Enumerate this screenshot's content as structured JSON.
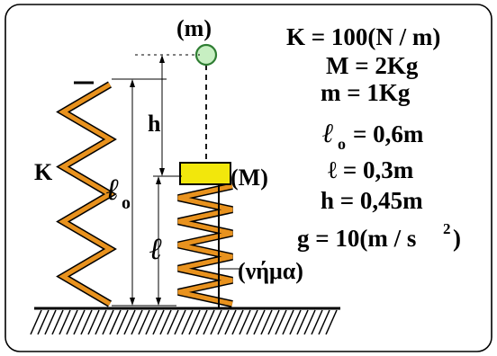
{
  "labels": {
    "small_mass": "(m)",
    "big_mass": "(M)",
    "spring_constant": "K",
    "height": "h",
    "natural_length": "ℓ",
    "natural_length_sub": "o",
    "compressed_length": "ℓ",
    "thread": "(νήμα)"
  },
  "givens": [
    "K = 100(N / m)",
    "M = 2Kg",
    "m = 1Kg",
    "ℓ",
    "o",
    "= 0,6m",
    "ℓ = 0,3m",
    "h = 0,45m",
    "g = 10(m / s",
    "2",
    ")"
  ],
  "colors": {
    "spring": "#E8921E",
    "spring_outline": "#000000",
    "block": "#F2E70C",
    "ball": "#C7EFC2",
    "ball_outline": "#2E7D32"
  }
}
